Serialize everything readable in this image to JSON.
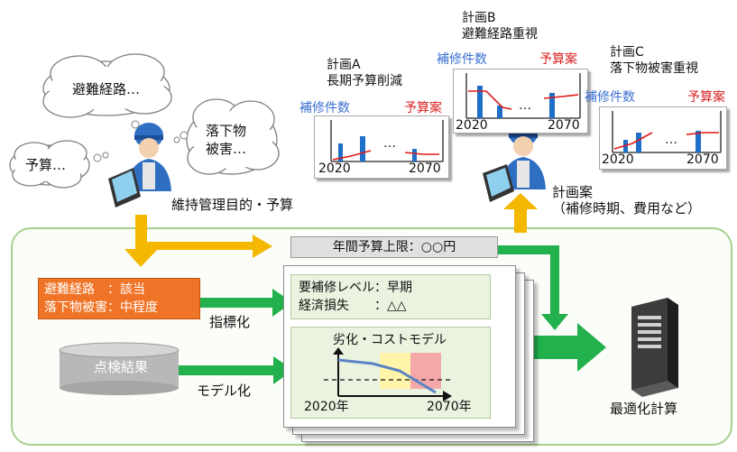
{
  "thoughts": {
    "evac": "避難経路…",
    "falling_line1": "落下物",
    "falling_line2": "被害…",
    "budget": "予算…"
  },
  "goal_label": "維持管理目的・予算",
  "plans": [
    {
      "title": "計画A",
      "subtitle": "長期予算削減",
      "repair_label": "補修件数",
      "budget_label": "予算案",
      "x_start": "2020",
      "x_end": "2070"
    },
    {
      "title": "計画B",
      "subtitle": "避難経路重視",
      "repair_label": "補修件数",
      "budget_label": "予算案",
      "x_start": "2020",
      "x_end": "2070"
    },
    {
      "title": "計画C",
      "subtitle": "落下物被害重視",
      "repair_label": "補修件数",
      "budget_label": "予算案",
      "x_start": "2020",
      "x_end": "2070"
    }
  ],
  "plan_output": {
    "line1": "計画案",
    "line2": "（補修時期、費用など）"
  },
  "annual_budget": "年間予算上限：○○円",
  "indicators": {
    "row1": "避難経路　：該当",
    "row2": "落下物被害：中程度"
  },
  "indexing_label": "指標化",
  "requirements": {
    "row1": "要補修レベル：早期",
    "row2": "経済損失　　：△△"
  },
  "inspection": "点検結果",
  "modeling_label": "モデル化",
  "model": {
    "title": "劣化・コストモデル",
    "x_start": "2020年",
    "x_end": "2070年"
  },
  "optimization": "最適化計算",
  "colors": {
    "green_arrow": "#22b14c",
    "orange_arrow": "#f5b800",
    "panel_border": "#a8d08d",
    "indicator_bg": "#f07427",
    "bar_blue": "#1f6fc8",
    "line_red": "#e01818"
  }
}
